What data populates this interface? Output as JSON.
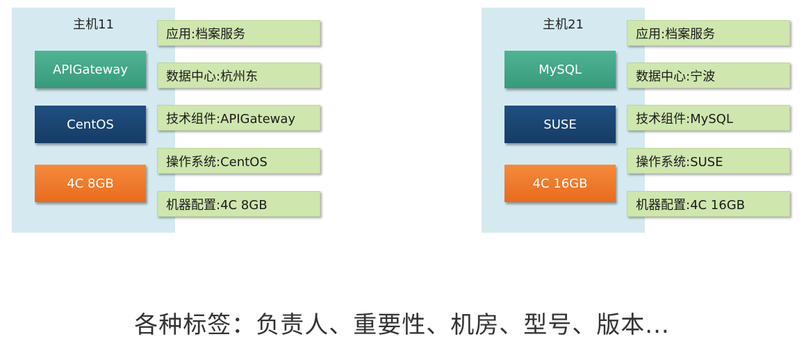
{
  "hosts": [
    {
      "title": "主机11",
      "layers": {
        "app": "APIGateway",
        "os": "CentOS",
        "hardware": "4C 8GB"
      },
      "tags": [
        "应用:档案服务",
        "数据中心:杭州东",
        "技术组件:APIGateway",
        "操作系统:CentOS",
        "机器配置:4C 8GB"
      ]
    },
    {
      "title": "主机21",
      "layers": {
        "app": "MySQL",
        "os": "SUSE",
        "hardware": "4C 16GB"
      },
      "tags": [
        "应用:档案服务",
        "数据中心:宁波",
        "技术组件:MySQL",
        "操作系统:SUSE",
        "机器配置:4C 16GB"
      ]
    }
  ],
  "caption": "各种标签：负责人、重要性、机房、型号、版本...",
  "colors": {
    "host_panel": "#d5eaf0",
    "app_layer": "#3fa888",
    "os_layer": "#1b4675",
    "hardware_layer": "#f07b2c",
    "tag": "#cfe6ae"
  }
}
